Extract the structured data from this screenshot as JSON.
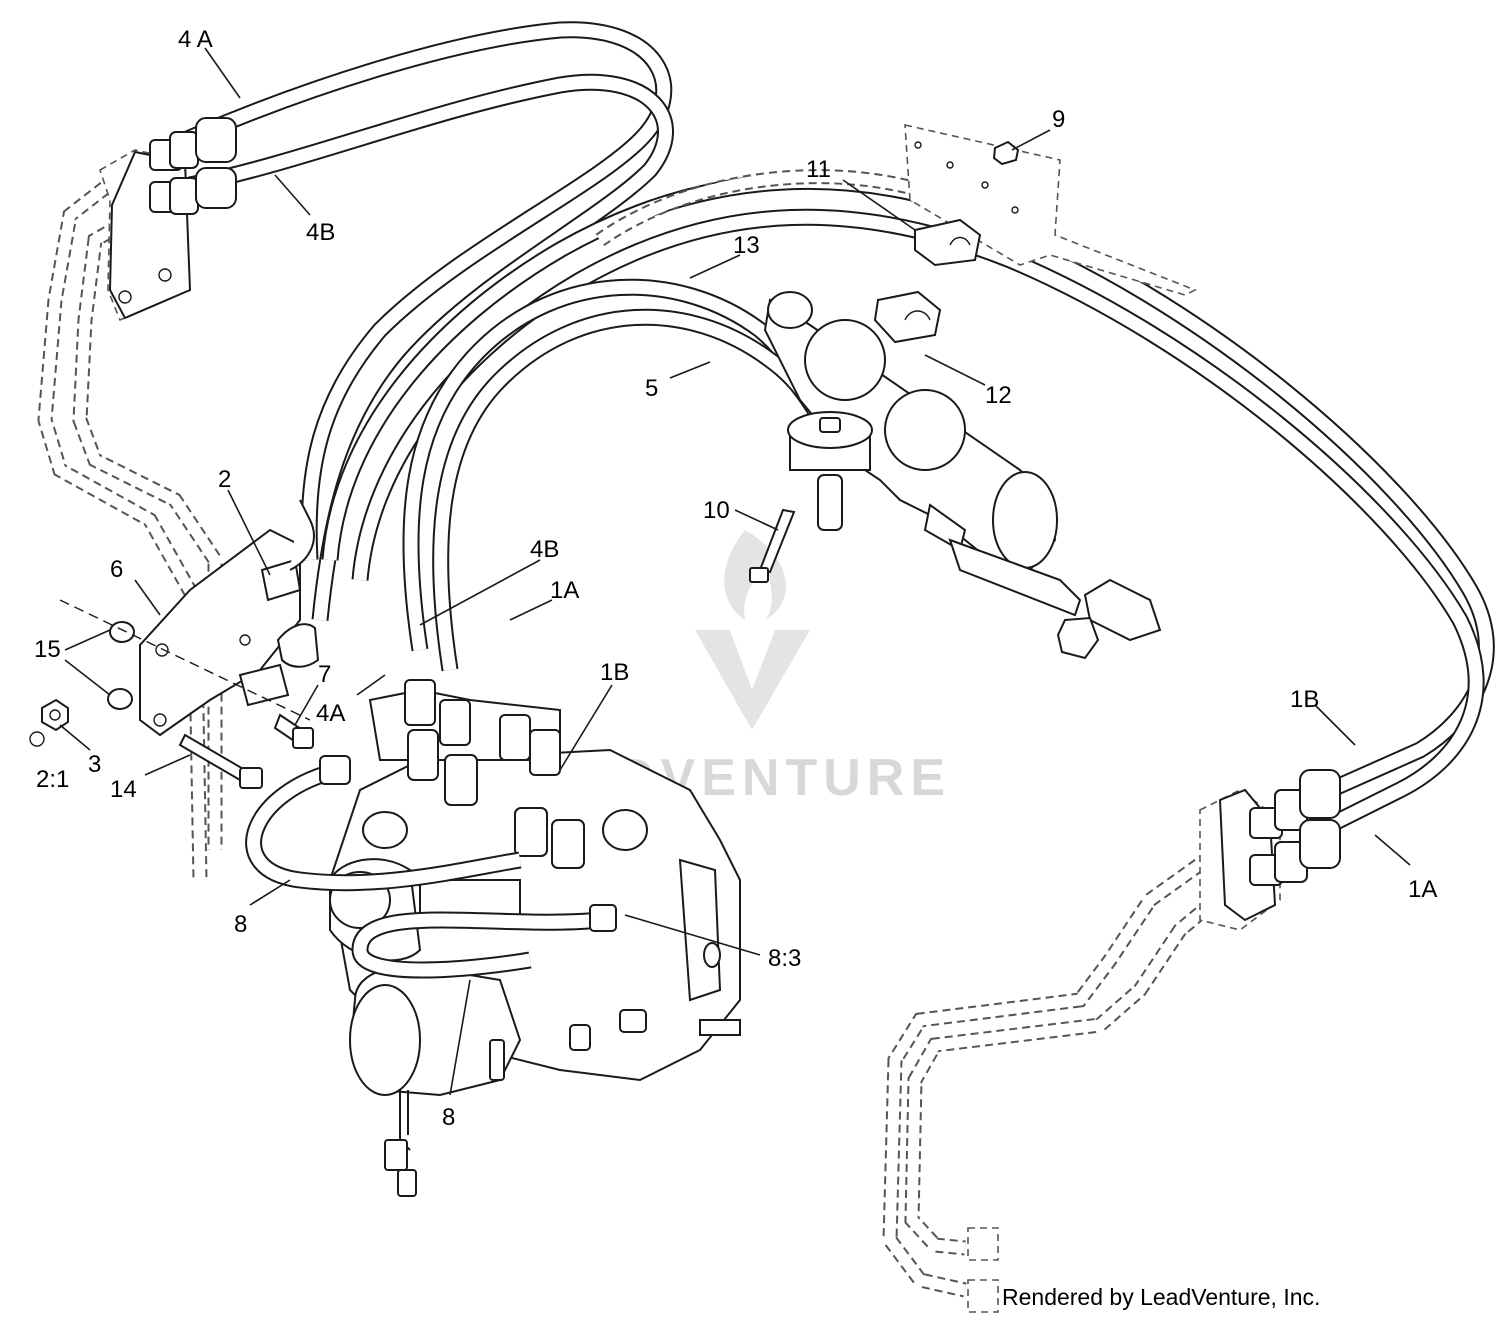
{
  "callouts": {
    "c_4a_top": "4 A",
    "c_4b_top": "4B",
    "c_9": "9",
    "c_11": "11",
    "c_13": "13",
    "c_5": "5",
    "c_12": "12",
    "c_2": "2",
    "c_6": "6",
    "c_10": "10",
    "c_4b_mid": "4B",
    "c_1a_mid": "1A",
    "c_15": "15",
    "c_7": "7",
    "c_4a_mid": "4A",
    "c_1b_mid": "1B",
    "c_2_1": "2:1",
    "c_3": "3",
    "c_14": "14",
    "c_1b_right": "1B",
    "c_8_left": "8",
    "c_8_3": "8:3",
    "c_1a_right": "1A",
    "c_8_bottom": "8"
  },
  "watermark": "LEADVENTURE",
  "credit": "Rendered by LeadVenture, Inc.",
  "colors": {
    "line": "#1a1a1a",
    "watermark": "#d8d8d8"
  }
}
